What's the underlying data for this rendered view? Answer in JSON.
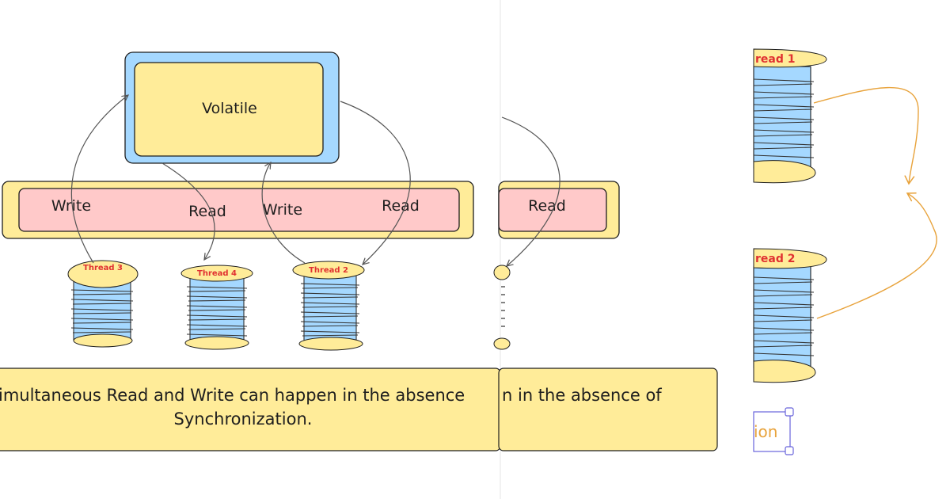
{
  "diagram": {
    "volatile_label": "Volatile",
    "ops": {
      "write_1": "Write",
      "read_1": "Read",
      "write_2": "Write",
      "read_2": "Read",
      "read_3": "Read"
    },
    "threads": {
      "t3": "Thread 3",
      "t4": "Thread 4",
      "t2": "Thread 2",
      "t1_cut": "read 1",
      "t2_cut": "read 2"
    },
    "caption": {
      "line1": "imultaneous Read and Write can happen in the absence",
      "line2": "Synchronization.",
      "line1_overlap": "n in the absence of"
    },
    "orange_fragment": "ion"
  },
  "colors": {
    "volatile_fill": "#ffec99",
    "volatile_frame": "#a5d8ff",
    "bar_outer": "#ffec99",
    "bar_inner": "#ffc9c9",
    "spool_body": "#a5d8ff",
    "spool_cap": "#ffec99",
    "thread_label": "#e03131",
    "stroke": "#1e1e1e",
    "orange": "#e8a33c",
    "purple": "#6965db"
  }
}
